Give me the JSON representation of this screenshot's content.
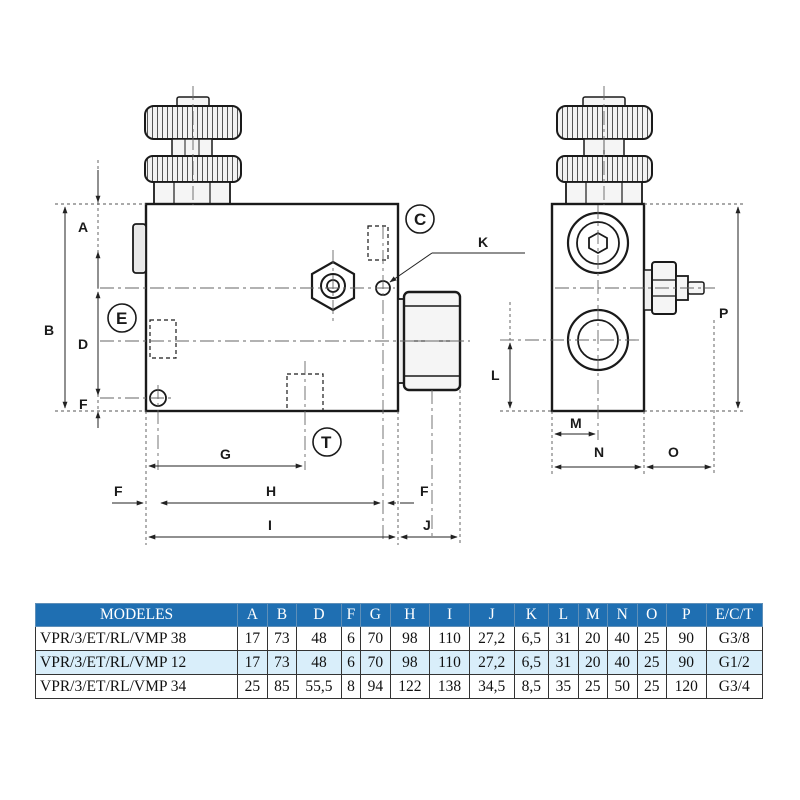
{
  "drawing": {
    "dimension_labels": {
      "A": "A",
      "B": "B",
      "D": "D",
      "F_left": "F",
      "G": "G",
      "H": "H",
      "I": "I",
      "F_bottom_left": "F",
      "F_bottom_right": "F",
      "J": "J",
      "K": "K",
      "L": "L",
      "M": "M",
      "N": "N",
      "O": "O",
      "P": "P"
    },
    "port_labels": {
      "C": "C",
      "E": "E",
      "T": "T"
    }
  },
  "table": {
    "headers": [
      "MODELES",
      "A",
      "B",
      "D",
      "F",
      "G",
      "H",
      "I",
      "J",
      "K",
      "L",
      "M",
      "N",
      "O",
      "P",
      "E/C/T"
    ],
    "rows": [
      [
        "VPR/3/ET/RL/VMP 38",
        "17",
        "73",
        "48",
        "6",
        "70",
        "98",
        "110",
        "27,2",
        "6,5",
        "31",
        "20",
        "40",
        "25",
        "90",
        "G3/8"
      ],
      [
        "VPR/3/ET/RL/VMP 12",
        "17",
        "73",
        "48",
        "6",
        "70",
        "98",
        "110",
        "27,2",
        "6,5",
        "31",
        "20",
        "40",
        "25",
        "90",
        "G1/2"
      ],
      [
        "VPR/3/ET/RL/VMP 34",
        "25",
        "85",
        "55,5",
        "8",
        "94",
        "122",
        "138",
        "34,5",
        "8,5",
        "35",
        "25",
        "50",
        "25",
        "120",
        "G3/4"
      ]
    ],
    "colors": {
      "header_bg": "#1f6fb2",
      "header_text": "#ffffff",
      "alt_row_bg": "#d9eefa"
    }
  }
}
